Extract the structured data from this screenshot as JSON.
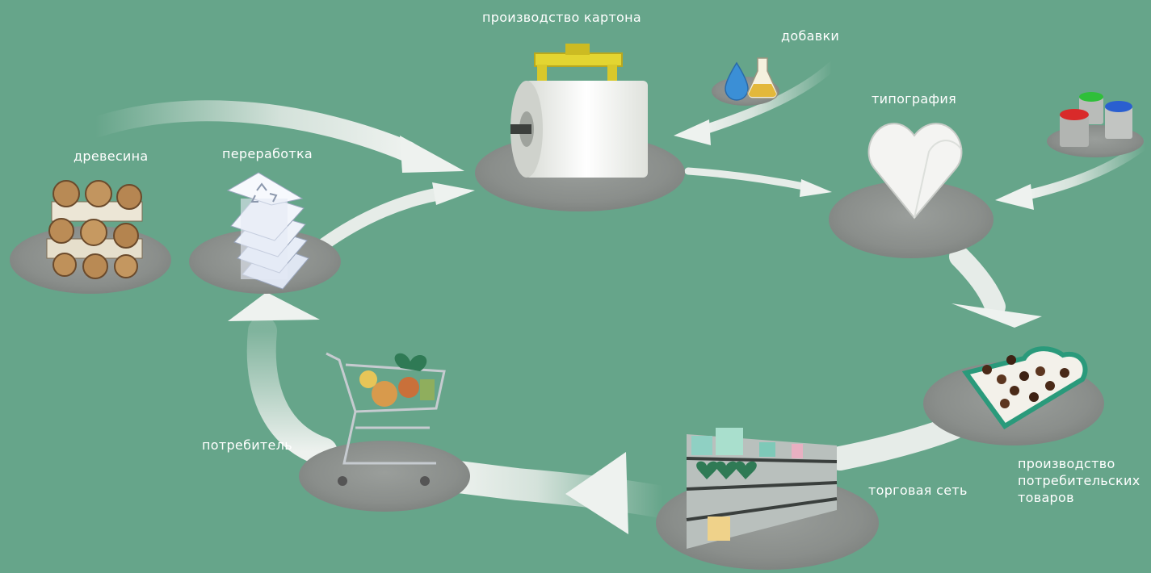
{
  "labels": {
    "cardboard": "производство картона",
    "additives": "добавки",
    "printing": "типография",
    "wood": "древесина",
    "recycling": "переработка",
    "consumer": "потребитель",
    "retail": "торговая сеть",
    "goods": "производство\nпотребительских\nтоваров"
  },
  "colors": {
    "background": "#66a58a",
    "platform": "#8e928f",
    "arrow": "#e6ece8",
    "label": "#ffffff"
  },
  "icons": {
    "cardboard": "paper-roll-icon",
    "additives": "flask-icon",
    "paints": "paint-buckets-icon",
    "printing": "heart-box-icon",
    "wood": "firewood-icon",
    "recycling": "paper-stack-icon",
    "consumer": "shopping-cart-icon",
    "retail": "store-shelf-icon",
    "goods": "chocolate-box-icon"
  }
}
